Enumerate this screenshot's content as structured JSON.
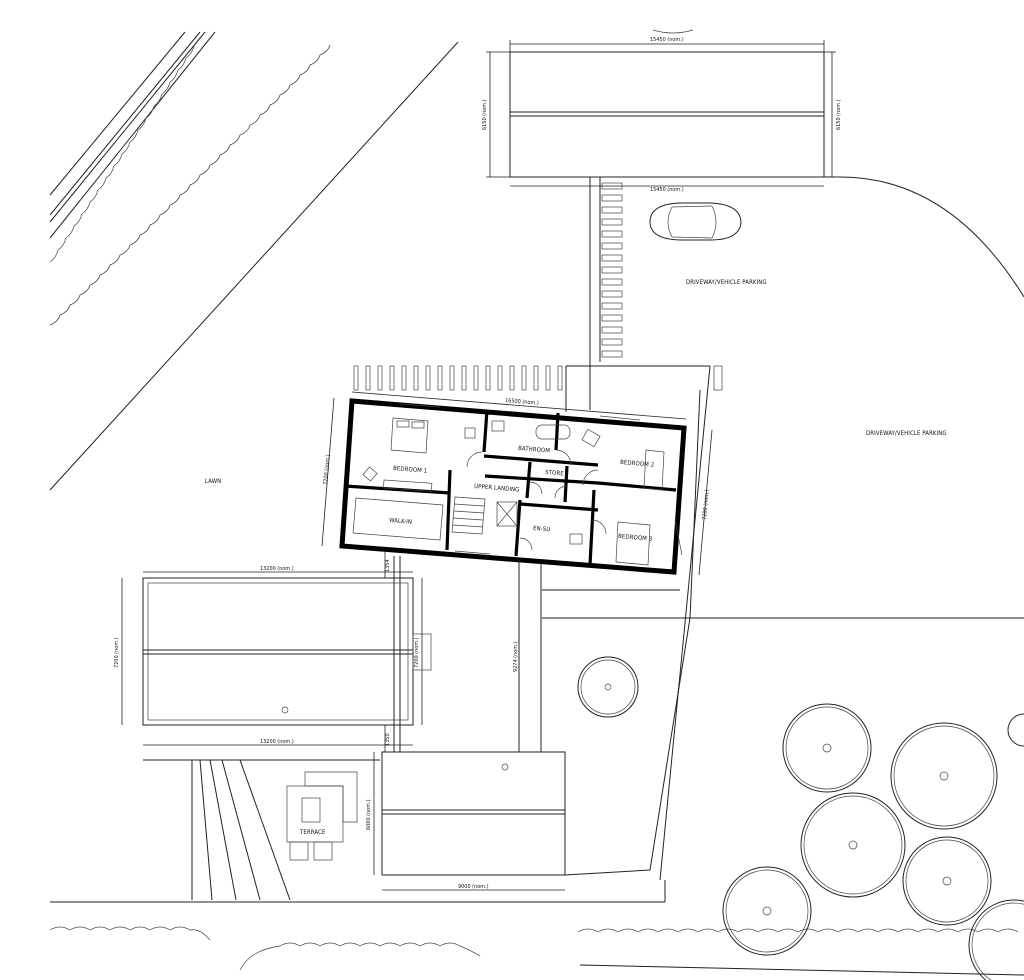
{
  "labels": {
    "lawn": "LAWN",
    "driveway_top": "DRIVEWAY/VEHICLE PARKING",
    "driveway_right": "DRIVEWAY/VEHICLE PARKING",
    "terrace": "TERRACE",
    "bedroom1": "BEDROOM 1",
    "bedroom2": "BEDROOM 2",
    "bedroom3": "BEDROOM 3",
    "bathroom": "BATHROOM",
    "store": "STORE",
    "upper_landing": "UPPER LANDING",
    "walk_in": "WALK-IN",
    "en_su": "EN-SU"
  },
  "dimensions": {
    "garage_top": "15450 (nom.)",
    "garage_bottom": "15450 (nom.)",
    "garage_left": "6150 (nom.)",
    "garage_right": "6150 (nom.)",
    "house_top": "16500 (nom.)",
    "house_left": "7200 (nom.)",
    "house_right": "7200 (nom.)",
    "wing_top": "13200 (nom.)",
    "wing_bottom": "13200 (nom.)",
    "wing_left": "7200 (nom.)",
    "wing_right": "7200 (nom.)",
    "gap_upper": "1354",
    "gap_lower": "1350",
    "link_length": "9274 (nom.)",
    "annex_left": "6000 (nom.)",
    "annex_bottom": "9000 (nom.)"
  },
  "colors": {
    "line": "#222222",
    "wall": "#000000",
    "background": "#ffffff"
  }
}
